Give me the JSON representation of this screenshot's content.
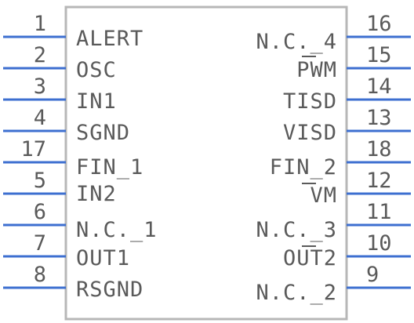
{
  "component": {
    "left_pins": [
      {
        "number": "1",
        "name": "ALERT"
      },
      {
        "number": "2",
        "name": "OSC"
      },
      {
        "number": "3",
        "name": "IN1"
      },
      {
        "number": "4",
        "name": "SGND"
      },
      {
        "number": "17",
        "name": "FIN_1"
      },
      {
        "number": "5",
        "name": "IN2"
      },
      {
        "number": "6",
        "name": "N.C._1"
      },
      {
        "number": "7",
        "name": "OUT1"
      },
      {
        "number": "8",
        "name": "RSGND"
      }
    ],
    "right_pins": [
      {
        "number": "16",
        "name": "N.C._4"
      },
      {
        "number": "15",
        "name": "PWM",
        "overbar": "W"
      },
      {
        "number": "14",
        "name": "TISD"
      },
      {
        "number": "13",
        "name": "VISD"
      },
      {
        "number": "18",
        "name": "FIN_2"
      },
      {
        "number": "12",
        "name": "VM",
        "overbar": "V"
      },
      {
        "number": "11",
        "name": "N.C._3"
      },
      {
        "number": "10",
        "name": "OUT2",
        "overbar": "T"
      },
      {
        "number": "9",
        "name": "N.C._2"
      }
    ],
    "colors": {
      "pin_line": "#3d6fd0",
      "body_outline": "#b7b7b7",
      "text": "#5a5a5a"
    }
  }
}
